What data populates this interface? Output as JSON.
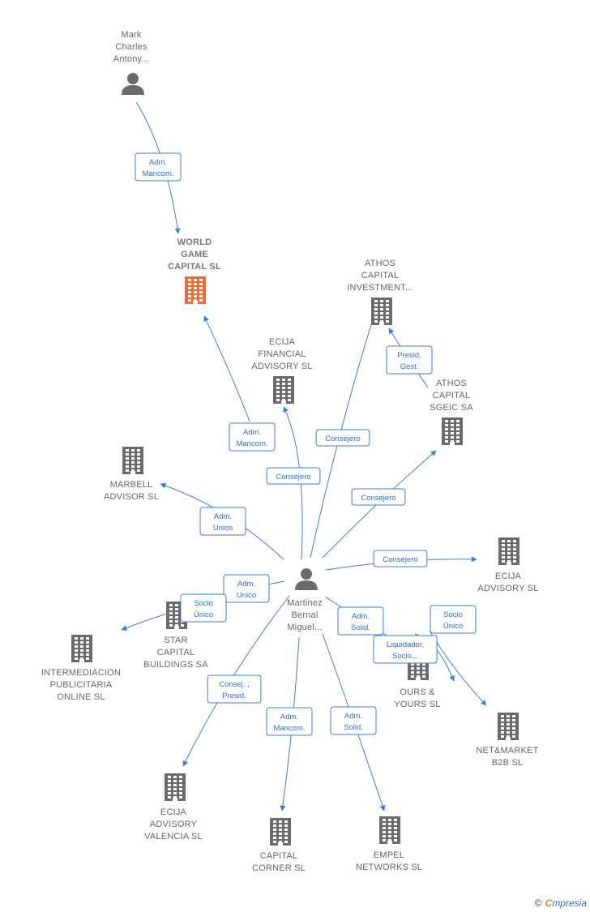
{
  "colors": {
    "edge": "#3c7fd8",
    "company": "#6b6b6b",
    "highlight": "#ef6a33",
    "person": "#6b6b6b"
  },
  "nodes": [
    {
      "id": "mark",
      "type": "person",
      "label": [
        "Mark",
        "Charles",
        "Antony..."
      ]
    },
    {
      "id": "world",
      "type": "company",
      "highlight": true,
      "bold": true,
      "label": [
        "WORLD",
        "GAME",
        "CAPITAL  SL"
      ]
    },
    {
      "id": "athos_inv",
      "type": "company",
      "label": [
        "ATHOS",
        "CAPITAL",
        "INVESTMENT..."
      ]
    },
    {
      "id": "ecija_fin",
      "type": "company",
      "label": [
        "ECIJA",
        "FINANCIAL",
        "ADVISORY  SL"
      ]
    },
    {
      "id": "athos_sgeic",
      "type": "company",
      "label": [
        "ATHOS",
        "CAPITAL",
        "SGEIC SA"
      ]
    },
    {
      "id": "marbell",
      "type": "company",
      "label": [
        "MARBELL",
        "ADVISOR  SL"
      ]
    },
    {
      "id": "martinez",
      "type": "person",
      "label": [
        "Martinez",
        "Bernal",
        "Miguel..."
      ]
    },
    {
      "id": "ecija_adv",
      "type": "company",
      "label": [
        "ECIJA",
        "ADVISORY  SL"
      ]
    },
    {
      "id": "star",
      "type": "company",
      "label": [
        "STAR",
        "CAPITAL",
        "BUILDINGS SA"
      ]
    },
    {
      "id": "intermed",
      "type": "company",
      "label": [
        "INTERMEDIACION",
        "PUBLICITARIA",
        "ONLINE  SL"
      ]
    },
    {
      "id": "ours",
      "type": "company",
      "label": [
        "OURS &",
        "YOURS SL"
      ]
    },
    {
      "id": "netmarket",
      "type": "company",
      "label": [
        "NET&MARKET",
        "B2B  SL"
      ]
    },
    {
      "id": "ecija_val",
      "type": "company",
      "label": [
        "ECIJA",
        "ADVISORY",
        "VALENCIA  SL"
      ]
    },
    {
      "id": "capital_corner",
      "type": "company",
      "label": [
        "CAPITAL",
        "CORNER  SL"
      ]
    },
    {
      "id": "empel",
      "type": "company",
      "label": [
        "EMPEL",
        "NETWORKS SL"
      ]
    }
  ],
  "edges": [
    {
      "from": "mark",
      "to": "world",
      "label": [
        "Adm.",
        "Mancom."
      ]
    },
    {
      "from": "martinez",
      "to": "world",
      "label": [
        "Adm.",
        "Mancom."
      ]
    },
    {
      "from": "martinez",
      "to": "ecija_fin",
      "label": [
        "Consejero"
      ]
    },
    {
      "from": "martinez",
      "to": "athos_inv",
      "label": [
        "Consejero"
      ]
    },
    {
      "from": "athos_sgeic",
      "to": "athos_inv",
      "label": [
        "Presid.",
        "Gest."
      ]
    },
    {
      "from": "martinez",
      "to": "athos_sgeic",
      "label": [
        "Consejero"
      ]
    },
    {
      "from": "martinez",
      "to": "marbell",
      "label": [
        "Adm.",
        "Unico"
      ]
    },
    {
      "from": "martinez",
      "to": "ecija_adv",
      "label": [
        "Consejero"
      ]
    },
    {
      "from": "martinez",
      "to": "star",
      "label": [
        "Adm.",
        "Unico"
      ]
    },
    {
      "from": "star",
      "to": "intermed",
      "label": [
        "Socio",
        "Único"
      ]
    },
    {
      "from": "martinez",
      "to": "ours",
      "label": [
        "Adm.",
        "Solid."
      ]
    },
    {
      "from": "martinez",
      "to": "netmarket",
      "label": [
        "Liquidador,",
        "Socio..."
      ]
    },
    {
      "from": "ours",
      "to": "netmarket",
      "label": [
        "Socio",
        "Único"
      ]
    },
    {
      "from": "martinez",
      "to": "ecija_val",
      "label": [
        "Consej. ,",
        "Presid."
      ]
    },
    {
      "from": "martinez",
      "to": "capital_corner",
      "label": [
        "Adm.",
        "Mancom."
      ]
    },
    {
      "from": "martinez",
      "to": "empel",
      "label": [
        "Adm.",
        "Solid."
      ]
    }
  ],
  "footer": {
    "copyright": "©",
    "brand_first": "C",
    "brand_rest": "mpresia"
  }
}
